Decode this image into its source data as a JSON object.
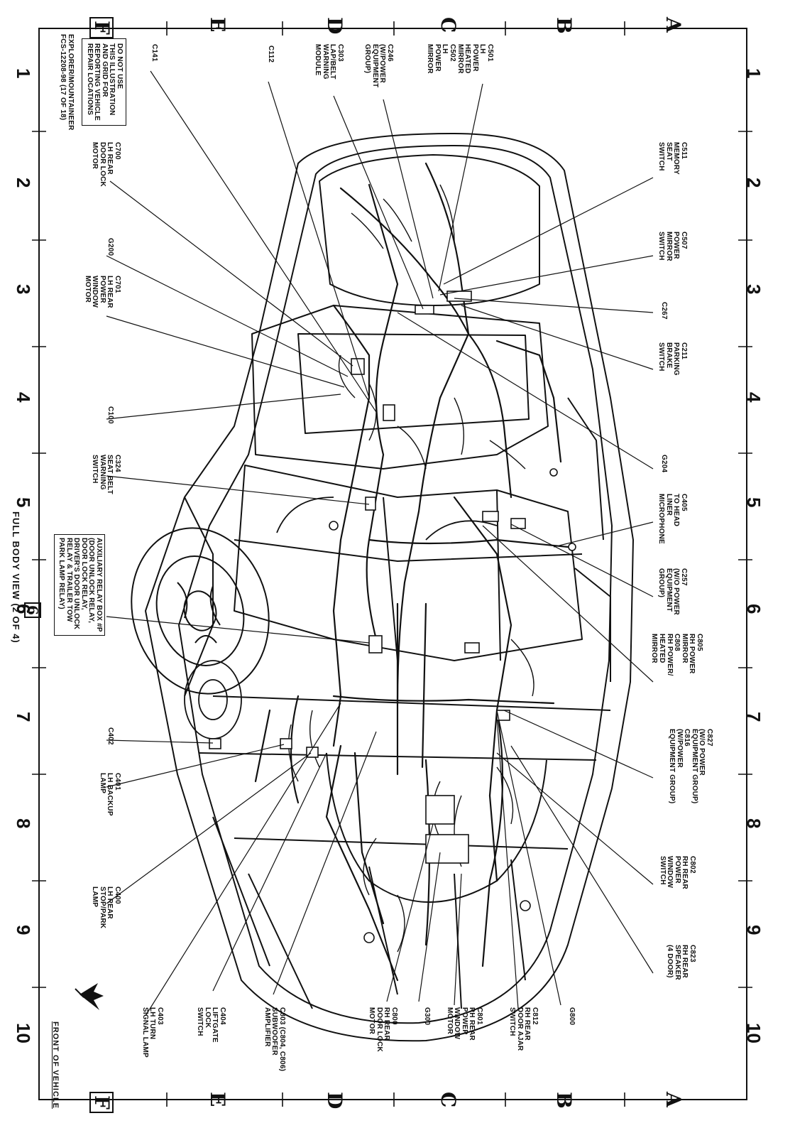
{
  "grid": {
    "numbers": [
      "1",
      "2",
      "3",
      "4",
      "5",
      "6",
      "7",
      "8",
      "9",
      "10"
    ],
    "letters": [
      "A",
      "B",
      "C",
      "D",
      "E",
      "F"
    ]
  },
  "notice": {
    "lines": [
      "DO NOT USE",
      "THIS ILLUSTRATION",
      "AND GRID FOR",
      "REPORTING VEHICLE",
      "REPAIR LOCATIONS"
    ],
    "footer": [
      "EXPLORER/MOUNTAINEER",
      "FCS-12208-98 (17 OF 18)"
    ]
  },
  "view": {
    "page_badge": "6",
    "caption": "FULL BODY VIEW (2 OF 4)",
    "front_label": "FRONT OF VEHICLE"
  },
  "callouts": {
    "c501": "C501\nLH\nPOWER\nHEATED\nMIRROR\nC502\nLH\nPOWER\nMIRROR",
    "c246": "C246\n(W/POWER\nEQUIPMENT\nGROUP)",
    "c303": "C303\nLAP/BELT\nWARNING\nMODULE",
    "c112": "C112",
    "c141": "C141",
    "c700": "C700\nLH REAR\nDOOR LOCK\nMOTOR",
    "g200": "G200",
    "c701": "C701\nLH REAR\nPOWER\nWINDOW\nMOTOR",
    "c100": "C100",
    "c324": "C324\nSEAT BELT\nWARNING\nSWITCH",
    "relay": "AUXILIARY RELAY BOX #P\n(DOOR UNLOCK RELAY,\nDOOR LOCK RELAY,\nDRIVER'S DOOR UNLOCK\nRELAY & TRAILER TOW\nPARK LAMP RELAY)",
    "c402": "C402",
    "c401": "C401\nLH BACKUP\nLAMP",
    "c400": "C400\nLH REAR\nSTOP/PARK\nLAMP",
    "c403": "C403\nLH TURN\nSIGNAL LAMP",
    "c404": "C404\nLIFTGATE\nLOCK\nSWITCH",
    "c803": "C803 (C804, C806)\nSUBWOOFER\nAMPLIFIER",
    "c800": "C800\nRH REAR\nDOOR LOCK\nMOTOR",
    "g300": "G300",
    "c801": "C801\nRH REAR\nPOWER\nWINDOW\nMOTOR",
    "c812": "C812\nRH REAR\nDOOR AJAR\nSWITCH",
    "g800": "G800",
    "c511": "C511\nMEMORY\nSEAT\nSWITCH",
    "c507": "C507\nPOWER\nMIRROR\nSWITCH",
    "c267": "C267",
    "c211": "C211\nPARKING\nBRAKE\nSWITCH",
    "g204": "G204",
    "c405": "C405\nTO HEAD\nLINER\nMICROPHONE",
    "c257": "C257\n(W/O POWER\nEQUIPMENT\nGROUP)",
    "c805": "C805\nRH POWER\nMIRROR\nC808\nRH POWER/\nHEATED\nMIRROR",
    "c827": "C827\n(W/O POWER\nEQUIPMENT GROUP)\nC816\n(W/POWER\nEQUIPMENT GROUP)",
    "c802": "C802\nRH REAR\nPOWER\nWINDOW\nSWITCH",
    "c823": "C823\nRH REAR\nSPEAKER\n(4 DOOR)"
  }
}
